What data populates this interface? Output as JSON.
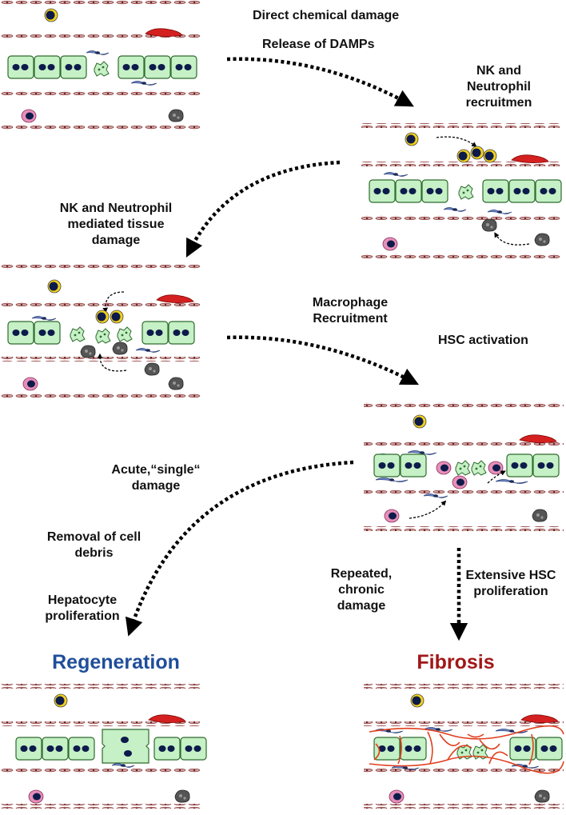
{
  "labels": {
    "direct_chemical_damage": "Direct chemical damage",
    "release_of_damps": "Release of DAMPs",
    "nk_neutrophil_recruitment": [
      "NK and",
      "Neutrophil",
      "recruitmen"
    ],
    "nk_neutrophil_tissue_damage": [
      "NK and Neutrophil",
      "mediated tissue",
      "damage"
    ],
    "macrophage_recruitment": [
      "Macrophage",
      "Recruitment"
    ],
    "hsc_activation": "HSC activation",
    "acute_single_damage": [
      "Acute,“single“",
      "damage"
    ],
    "removal_cell_debris": [
      "Removal of cell",
      "debris"
    ],
    "hepatocyte_proliferation": [
      "Hepatocyte",
      "proliferation"
    ],
    "repeated_chronic_damage": [
      "Repeated,",
      "chronic",
      "damage"
    ],
    "extensive_hsc_proliferation": [
      "Extensive HSC",
      "proliferation"
    ],
    "regeneration": "Regeneration",
    "fibrosis": "Fibrosis"
  },
  "colors": {
    "hepatocyte": "#c6f0c6",
    "nucleus": "#0d1b4b",
    "nk_cell_ring": "#f2d21b",
    "endothelium": "#8a2c2c",
    "kupffer": "#e58fb8",
    "macrophage": "#555555",
    "hsc": "#6f88c4",
    "fibrosis_fiber": "#e0401f",
    "red_cell": "#d42020",
    "regeneration_title": "#1f4e9a",
    "fibrosis_title": "#a01818"
  },
  "panels": [
    "initial-damage",
    "recruitment",
    "tissue-damage",
    "hsc-activation",
    "regeneration",
    "fibrosis"
  ]
}
